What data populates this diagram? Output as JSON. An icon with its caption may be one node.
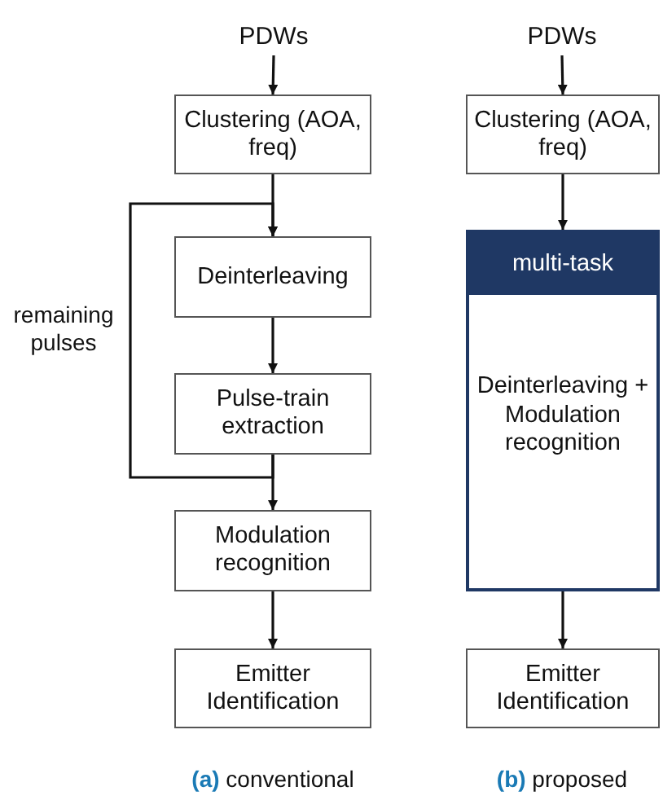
{
  "diagram": {
    "nodes": [
      {
        "text": [
          "PDWs"
        ]
      },
      {
        "text": [
          "Clustering (AOA, freq)"
        ]
      },
      {
        "text": [
          "Deinterleaving"
        ]
      },
      {
        "text": [
          "Pulse-train extraction"
        ]
      },
      {
        "text": [
          "Modulation recognition"
        ]
      },
      {
        "text": [
          "Emitter Identification"
        ]
      },
      {
        "text": [
          "PDWs"
        ]
      },
      {
        "text": [
          "Clustering (AOA, freq)"
        ]
      },
      {
        "text": [
          "multi-task",
          "Deinterleaving + Modulation recognition"
        ]
      },
      {
        "text": [
          "Emitter Identification"
        ]
      }
    ],
    "edges": [
      {
        "from": 0,
        "to": 1,
        "arrow": "to"
      },
      {
        "from": 1,
        "to": 2,
        "arrow": "to"
      },
      {
        "from": 2,
        "to": 3,
        "arrow": "to"
      },
      {
        "from": 3,
        "to": 4,
        "arrow": "to"
      },
      {
        "from": 3,
        "to": 2,
        "arrow": "to",
        "label": "remaining pulses"
      },
      {
        "from": 4,
        "to": 5,
        "arrow": "to"
      },
      {
        "from": 6,
        "to": 7,
        "arrow": "to"
      },
      {
        "from": 7,
        "to": 8,
        "arrow": "to"
      },
      {
        "from": 8,
        "to": 9,
        "arrow": "to"
      }
    ],
    "labels": [
      "**(a)** conventional",
      "**(b)** proposed"
    ]
  }
}
